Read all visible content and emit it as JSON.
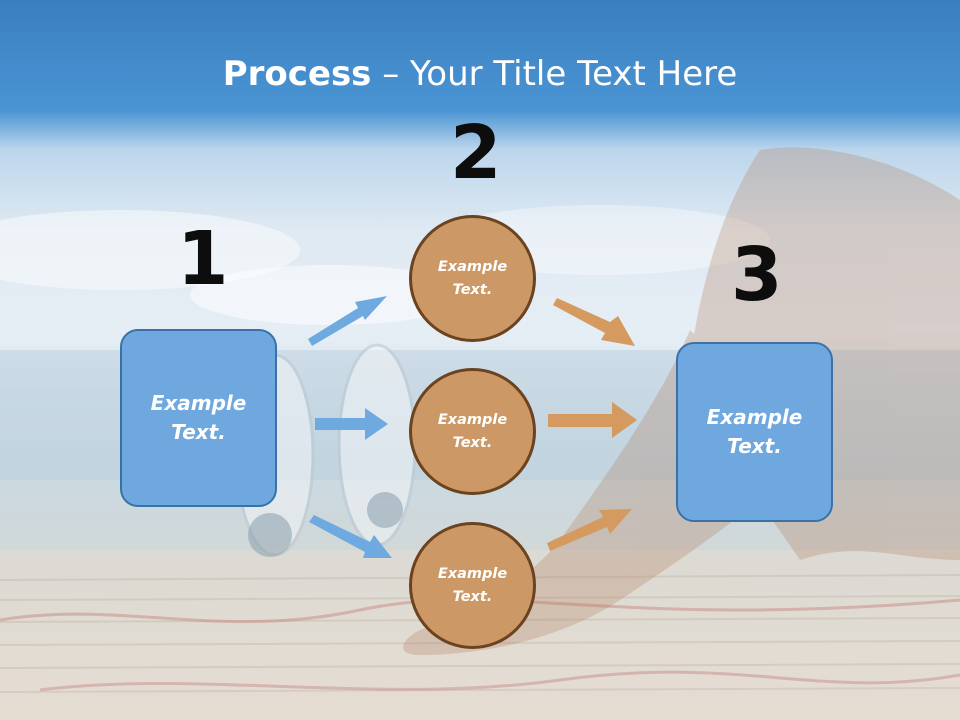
{
  "title": {
    "bold": "Process",
    "rest": " – Your Title Text Here"
  },
  "steps": [
    {
      "number": "1"
    },
    {
      "number": "2"
    },
    {
      "number": "3"
    }
  ],
  "boxes": {
    "left": {
      "line1": "Example",
      "line2": "Text."
    },
    "right": {
      "line1": "Example",
      "line2": "Text."
    }
  },
  "circles": [
    {
      "line1": "Example",
      "line2": "Text."
    },
    {
      "line1": "Example",
      "line2": "Text."
    },
    {
      "line1": "Example",
      "line2": "Text."
    }
  ],
  "colors": {
    "box_fill": "#6fa8de",
    "box_border": "#3a72a8",
    "circle_fill": "#cc9966",
    "circle_border": "#6b4320",
    "blue_arrow": "#6ea9e0",
    "orange_arrow": "#d49a5f",
    "title_bar": "#4a94d4"
  }
}
